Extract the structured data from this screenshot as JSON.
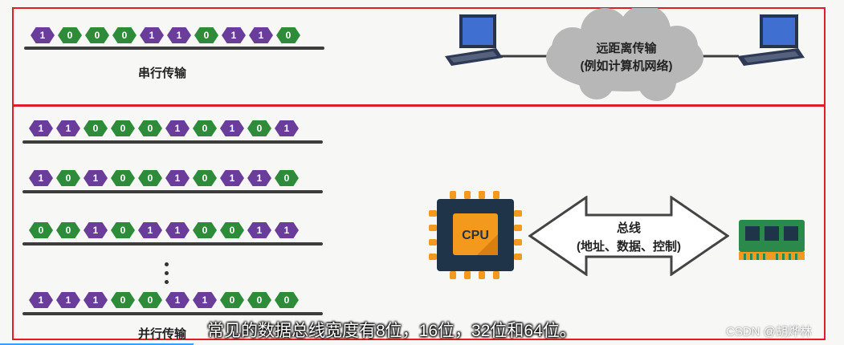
{
  "serial": {
    "bits": [
      "1",
      "0",
      "0",
      "0",
      "1",
      "1",
      "0",
      "1",
      "1",
      "0"
    ],
    "label": "串行传输",
    "cloud_line1": "远距离传输",
    "cloud_line2": "(例如计算机网络)"
  },
  "parallel": {
    "rows": [
      [
        "1",
        "1",
        "0",
        "0",
        "0",
        "1",
        "0",
        "1",
        "0",
        "1"
      ],
      [
        "1",
        "0",
        "1",
        "0",
        "0",
        "1",
        "0",
        "1",
        "1",
        "0"
      ],
      [
        "0",
        "0",
        "1",
        "0",
        "1",
        "1",
        "0",
        "0",
        "1",
        "1"
      ],
      [
        "1",
        "1",
        "1",
        "0",
        "0",
        "1",
        "1",
        "0",
        "0",
        "0"
      ]
    ],
    "label": "并行传输",
    "cpu_label": "CPU",
    "bus_line1": "总线",
    "bus_line2": "(地址、数据、控制)"
  },
  "caption": "常见的数据总线宽度有8位，16位，32位和64位。",
  "watermark": "CSDN @胡烨林",
  "colors": {
    "border": "#e21d2a",
    "bit_one": "#6a3d9a",
    "bit_zero": "#2e8b3a",
    "cpu_body": "#1f3349",
    "cpu_chip": "#f39a1e"
  }
}
